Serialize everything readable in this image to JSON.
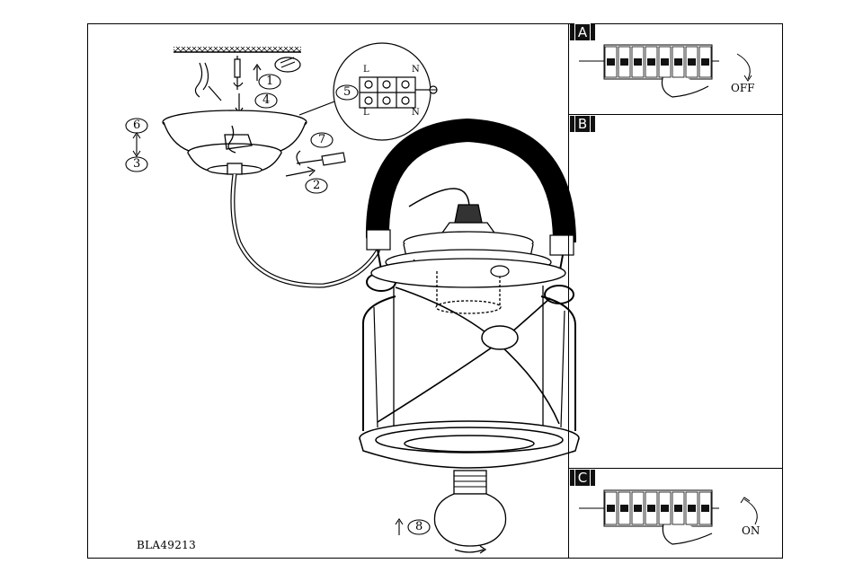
{
  "model_code": "BLA49213",
  "panels": [
    {
      "tag": "A",
      "state": "OFF"
    },
    {
      "tag": "B",
      "state": ""
    },
    {
      "tag": "C",
      "state": "ON"
    }
  ],
  "steps": {
    "s1": "1",
    "s2": "2",
    "s3": "3",
    "s4": "4",
    "s5": "5",
    "s6": "6",
    "s7": "7",
    "s8": "8"
  },
  "terminal_labels": {
    "l_top": "L",
    "n_top": "N",
    "l_bottom": "L",
    "n_bottom": "N"
  }
}
